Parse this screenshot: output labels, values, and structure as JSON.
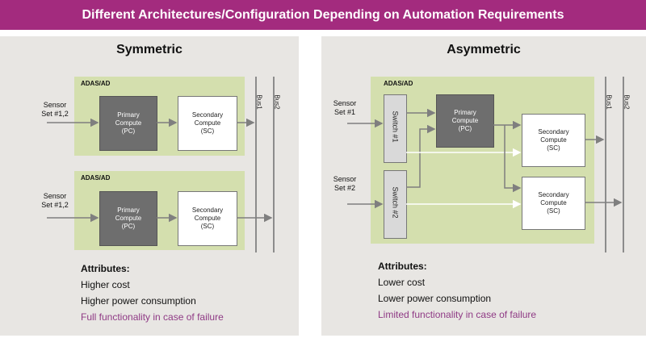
{
  "title": "Different Architectures/Configuration Depending on Automation Requirements",
  "symmetric": {
    "heading": "Symmetric",
    "units": [
      {
        "adas_label": "ADAS/AD",
        "sensor": [
          "Sensor",
          "Set #1,2"
        ],
        "primary": [
          "Primary",
          "Compute",
          "(PC)"
        ],
        "secondary": [
          "Secondary",
          "Compute",
          "(SC)"
        ]
      },
      {
        "adas_label": "ADAS/AD",
        "sensor": [
          "Sensor",
          "Set #1,2"
        ],
        "primary": [
          "Primary",
          "Compute",
          "(PC)"
        ],
        "secondary": [
          "Secondary",
          "Compute",
          "(SC)"
        ]
      }
    ],
    "bus1": "Bus1",
    "bus2": "Bus2",
    "attributes_heading": "Attributes:",
    "attributes": [
      "Higher cost",
      "Higher power consumption",
      "Full functionality in case of failure"
    ]
  },
  "asymmetric": {
    "heading": "Asymmetric",
    "adas_label": "ADAS/AD",
    "sensor1": [
      "Sensor",
      "Set #1"
    ],
    "sensor2": [
      "Sensor",
      "Set #2"
    ],
    "switch1": "Switch #1",
    "switch2": "Switch #2",
    "primary": [
      "Primary",
      "Compute",
      "(PC)"
    ],
    "secondary1": [
      "Secondary",
      "Compute",
      "(SC)"
    ],
    "secondary2": [
      "Secondary",
      "Compute",
      "(SC)"
    ],
    "bus1": "Bus1",
    "bus2": "Bus2",
    "attributes_heading": "Attributes:",
    "attributes": [
      "Lower cost",
      "Lower power consumption",
      "Limited functionality in case of failure"
    ]
  },
  "colors": {
    "banner": "#a32b7e",
    "adas": "#d4dfae",
    "primary": "#6e6e6e",
    "panel": "#e8e6e3",
    "failure_text": "#8f3a85"
  }
}
